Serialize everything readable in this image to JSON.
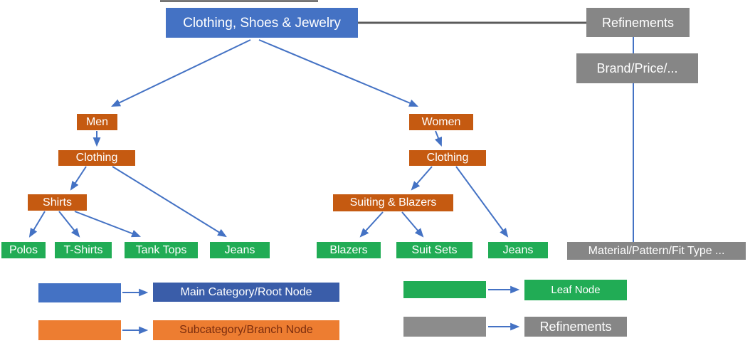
{
  "palette": {
    "root_blue": "#4472C4",
    "legend_root_dark_blue": "#3A5DA9",
    "branch_orange": "#C55A11",
    "legend_subcategory_orange": "#ED7D31",
    "leaf_green": "#21AC55",
    "refinement_gray": "#868686",
    "connector_blue": "#4472C4",
    "connector_gray": "#5B5B5B",
    "subcategory_text_dark": "#7B2D0E"
  },
  "diagram": {
    "nodes": {
      "root": "Clothing, Shoes & Jewelry",
      "refinements": "Refinements",
      "brand_price": "Brand/Price/...",
      "men": "Men",
      "men_clothing": "Clothing",
      "shirts": "Shirts",
      "polos": "Polos",
      "t_shirts": "T-Shirts",
      "tank_tops": "Tank Tops",
      "men_jeans": "Jeans",
      "women": "Women",
      "women_clothing": "Clothing",
      "suiting_blazers": "Suiting & Blazers",
      "blazers": "Blazers",
      "suit_sets": "Suit Sets",
      "women_jeans": "Jeans",
      "material": "Material/Pattern/Fit Type ..."
    },
    "edges": [
      {
        "from": "root",
        "to": "men",
        "style": "arrow"
      },
      {
        "from": "root",
        "to": "women",
        "style": "arrow"
      },
      {
        "from": "root",
        "to": "refinements",
        "style": "plain-gray"
      },
      {
        "from": "refinements",
        "to": "brand_price",
        "style": "plain-blue"
      },
      {
        "from": "brand_price",
        "to": "material",
        "style": "plain-blue"
      },
      {
        "from": "men",
        "to": "men_clothing",
        "style": "arrow"
      },
      {
        "from": "men_clothing",
        "to": "shirts",
        "style": "arrow"
      },
      {
        "from": "men_clothing",
        "to": "men_jeans",
        "style": "arrow"
      },
      {
        "from": "shirts",
        "to": "polos",
        "style": "arrow"
      },
      {
        "from": "shirts",
        "to": "t_shirts",
        "style": "arrow"
      },
      {
        "from": "shirts",
        "to": "tank_tops",
        "style": "arrow"
      },
      {
        "from": "women",
        "to": "women_clothing",
        "style": "arrow"
      },
      {
        "from": "women_clothing",
        "to": "suiting_blazers",
        "style": "arrow"
      },
      {
        "from": "women_clothing",
        "to": "women_jeans",
        "style": "arrow"
      },
      {
        "from": "suiting_blazers",
        "to": "blazers",
        "style": "arrow"
      },
      {
        "from": "suiting_blazers",
        "to": "suit_sets",
        "style": "arrow"
      }
    ]
  },
  "legend": {
    "main_category_label": "Main Category/Root Node",
    "subcategory_label": "Subcategory/Branch Node",
    "leaf_label": "Leaf Node",
    "refinements_label": "Refinements"
  }
}
